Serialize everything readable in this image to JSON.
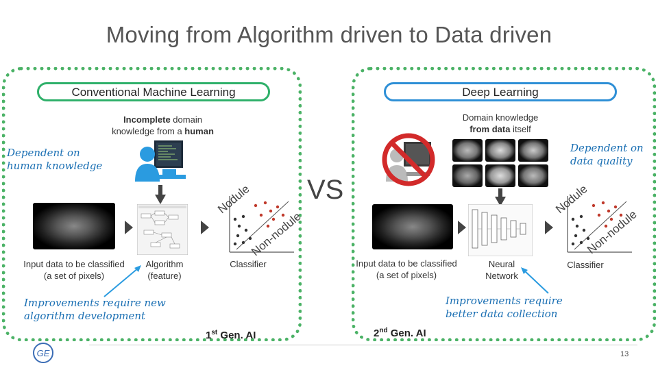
{
  "title": "Moving from Algorithm driven to Data driven",
  "left": {
    "header": "Conventional Machine Learning",
    "domain_bold": "Incomplete",
    "domain_rest1": " domain",
    "domain_line2_pre": "knowledge from a ",
    "domain_line2_bold": "human",
    "annotation": "Dependent on\nhuman knowledge",
    "input_label": "Input data to be classified\n(a set of pixels)",
    "algorithm_label": "Algorithm\n(feature)",
    "classifier_label": "Classifier",
    "nodule_label": "Nodule",
    "non_nodule_label": "Non-nodule",
    "improvement": "Improvements require new\nalgorithm development",
    "gen_num": "1",
    "gen_sup": "st",
    "gen_rest": " Gen. AI"
  },
  "vs": "VS",
  "right": {
    "header": "Deep Learning",
    "domain_line1": "Domain knowledge",
    "domain_line2_bold": "from data",
    "domain_line2_rest": " itself",
    "annotation": "Dependent on\ndata quality",
    "input_label": "Input data to be classified\n(a set of pixels)",
    "network_label": "Neural\nNetwork",
    "classifier_label": "Classifier",
    "nodule_label": "Nodule",
    "non_nodule_label": "Non-nodule",
    "improvement": "Improvements require\nbetter data collection",
    "gen_num": "2",
    "gen_sup": "nd",
    "gen_rest": " Gen. AI"
  },
  "logo_text": "GE",
  "page_number": "13",
  "colors": {
    "panel_border": "#4bb266",
    "pill_green": "#2fb06a",
    "pill_blue": "#2e8fd6",
    "annotation_text": "#1a6fb3",
    "person_icon": "#2a9be0",
    "prohibit": "#d22a2a"
  }
}
